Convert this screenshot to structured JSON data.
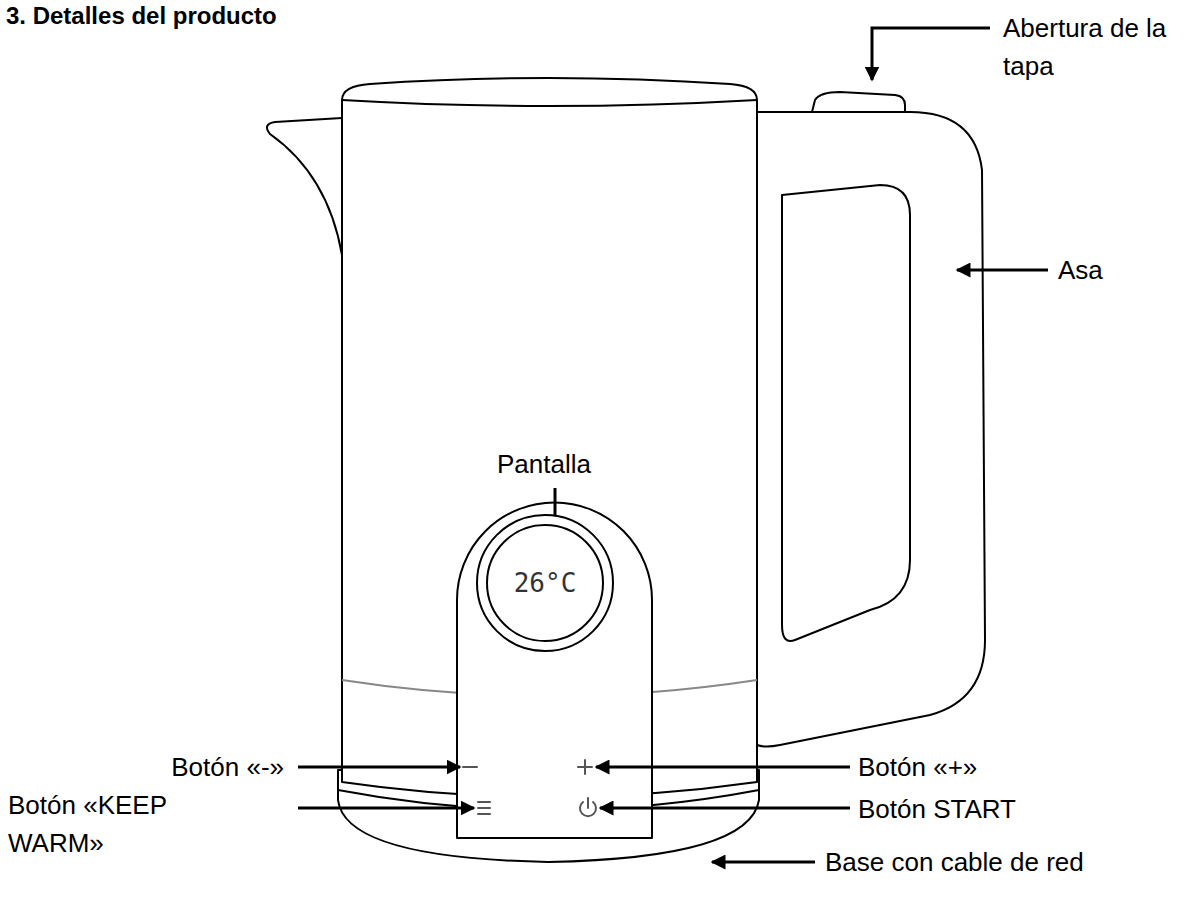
{
  "diagram": {
    "title": "3. Detalles del producto",
    "nodes": [
      {
        "text": [
          "26°C"
        ]
      }
    ],
    "labels": [
      "Abertura de la tapa",
      "Asa",
      "Pantalla",
      "Botón «-»",
      "Botón «KEEP WARM»",
      "Botón «+»",
      "Botón START",
      "Base con cable de red"
    ]
  }
}
